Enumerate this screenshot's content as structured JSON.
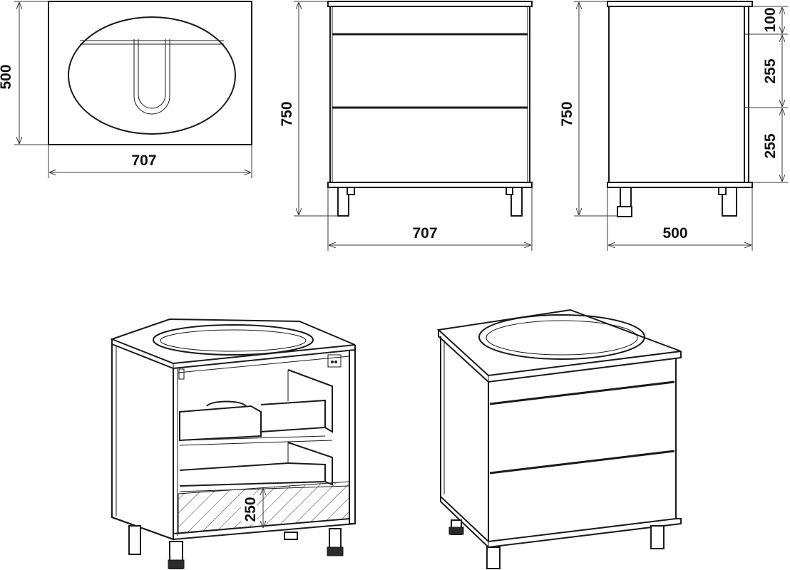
{
  "top_view": {
    "width_label": "707",
    "depth_label": "500"
  },
  "front_view": {
    "width_label": "707",
    "height_label": "750"
  },
  "side_view": {
    "depth_label": "500",
    "height_label": "750",
    "section_labels": [
      "100",
      "255",
      "255"
    ]
  },
  "open_view": {
    "clearance_label": "250"
  },
  "colors": {
    "line": "#1a1a1a",
    "background": "#ffffff",
    "dimension": "#3a3a3a"
  }
}
